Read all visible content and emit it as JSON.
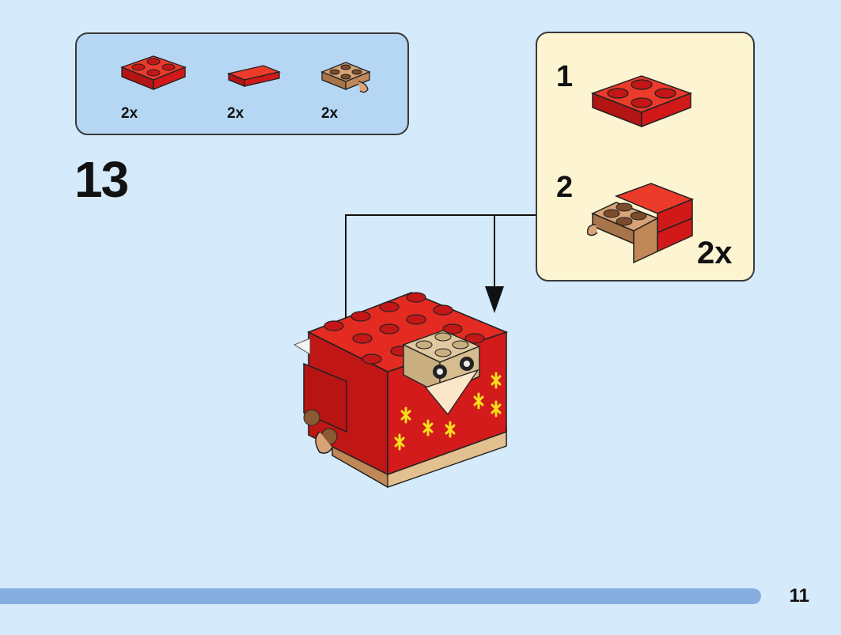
{
  "parts_list": {
    "items": [
      {
        "name": "2x2 red plate",
        "qty": "2x",
        "color": "#d91c1c"
      },
      {
        "name": "1x2 red tile",
        "qty": "2x",
        "color": "#d91c1c"
      },
      {
        "name": "2x2 tan plate with clip",
        "qty": "2x",
        "color": "#c98f5f"
      }
    ]
  },
  "step": {
    "number": "13"
  },
  "sub_assembly": {
    "steps": [
      {
        "label": "1"
      },
      {
        "label": "2",
        "qty": "2x"
      }
    ]
  },
  "page": {
    "number": "11",
    "progress": 0.905
  },
  "colors": {
    "background": "#d5eafb",
    "parts_box": "#b5d7f3",
    "sub_box": "#fdf4d1",
    "brick_red": "#d91c1c",
    "brick_tan": "#c98f5f",
    "progress_bar": "#86aee0"
  }
}
